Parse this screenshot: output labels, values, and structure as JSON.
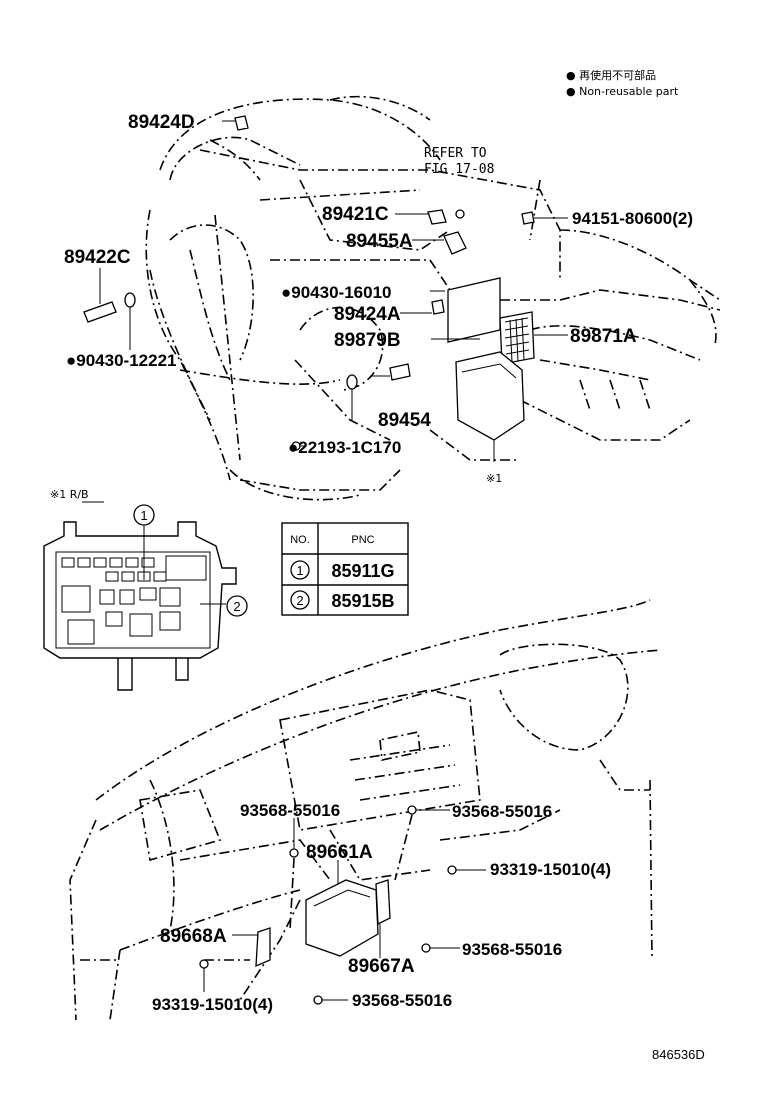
{
  "legend": {
    "line1": "● 再使用不可部品",
    "line2": "● Non-reusable part"
  },
  "engine_parts": {
    "p89424D": "89424D",
    "refer_line1": "REFER TO",
    "refer_line2": "FIG 17-08",
    "p89421C": "89421C",
    "p94151": "94151-80600(2)",
    "p89455A": "89455A",
    "p89422C": "89422C",
    "p90430_16010": "●90430-16010",
    "p89424A": "89424A",
    "p89879B": "89879B",
    "p89871A": "89871A",
    "p90430_12221": "●90430-12221",
    "p89454": "89454",
    "p22193": "●22193-1C170",
    "mark1": "※1"
  },
  "relay_box": {
    "label": "※1  R/B",
    "circle1": "1",
    "circle2": "2"
  },
  "pnc_table": {
    "col_no": "NO.",
    "col_pnc": "PNC",
    "rows": [
      {
        "no": "1",
        "pnc": "85911G"
      },
      {
        "no": "2",
        "pnc": "85915B"
      }
    ]
  },
  "dash_parts": {
    "p93568_a": "93568-55016",
    "p93568_b": "93568-55016",
    "p89661A": "89661A",
    "p93319_a": "93319-15010(4)",
    "p89668A": "89668A",
    "p93568_c": "93568-55016",
    "p89667A": "89667A",
    "p93319_b": "93319-15010(4)",
    "p93568_d": "93568-55016"
  },
  "figure_id": "846536D"
}
